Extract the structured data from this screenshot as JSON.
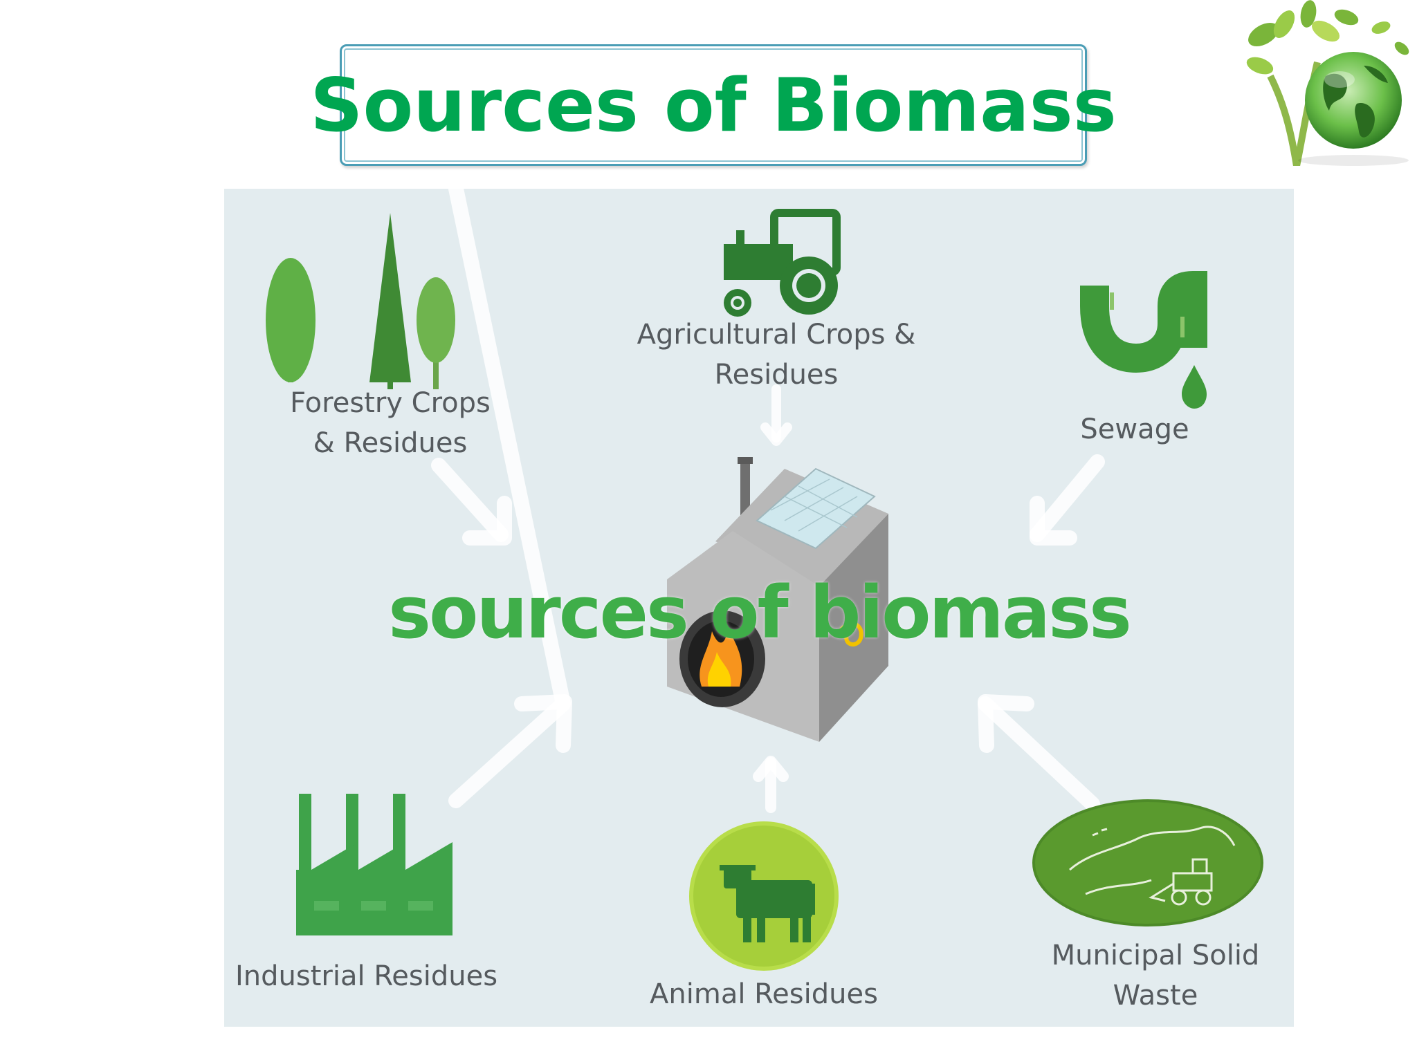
{
  "slide": {
    "title": "Sources of Biomass"
  },
  "diagram": {
    "center_label": "sources of biomass",
    "sources": {
      "forestry": {
        "line1": "Forestry Crops",
        "line2": "& Residues",
        "icon": "trees-icon"
      },
      "agricultural": {
        "line1": "Agricultural Crops &",
        "line2": "Residues",
        "icon": "tractor-icon"
      },
      "sewage": {
        "line1": "Sewage",
        "icon": "sewage-pipe-icon"
      },
      "industrial": {
        "line1": "Industrial Residues",
        "icon": "factory-icon"
      },
      "animal": {
        "line1": "Animal Residues",
        "icon": "cow-icon"
      },
      "municipal": {
        "line1": "Municipal Solid",
        "line2": "Waste",
        "icon": "landfill-icon"
      }
    },
    "center_icon": "biomass-plant-icon"
  },
  "colors": {
    "title_green": "#00a651",
    "icon_green": "#3f9a3a",
    "light_green": "#a6cf3a",
    "panel_bg": "#e3ecef",
    "label_gray": "#555a5e"
  }
}
